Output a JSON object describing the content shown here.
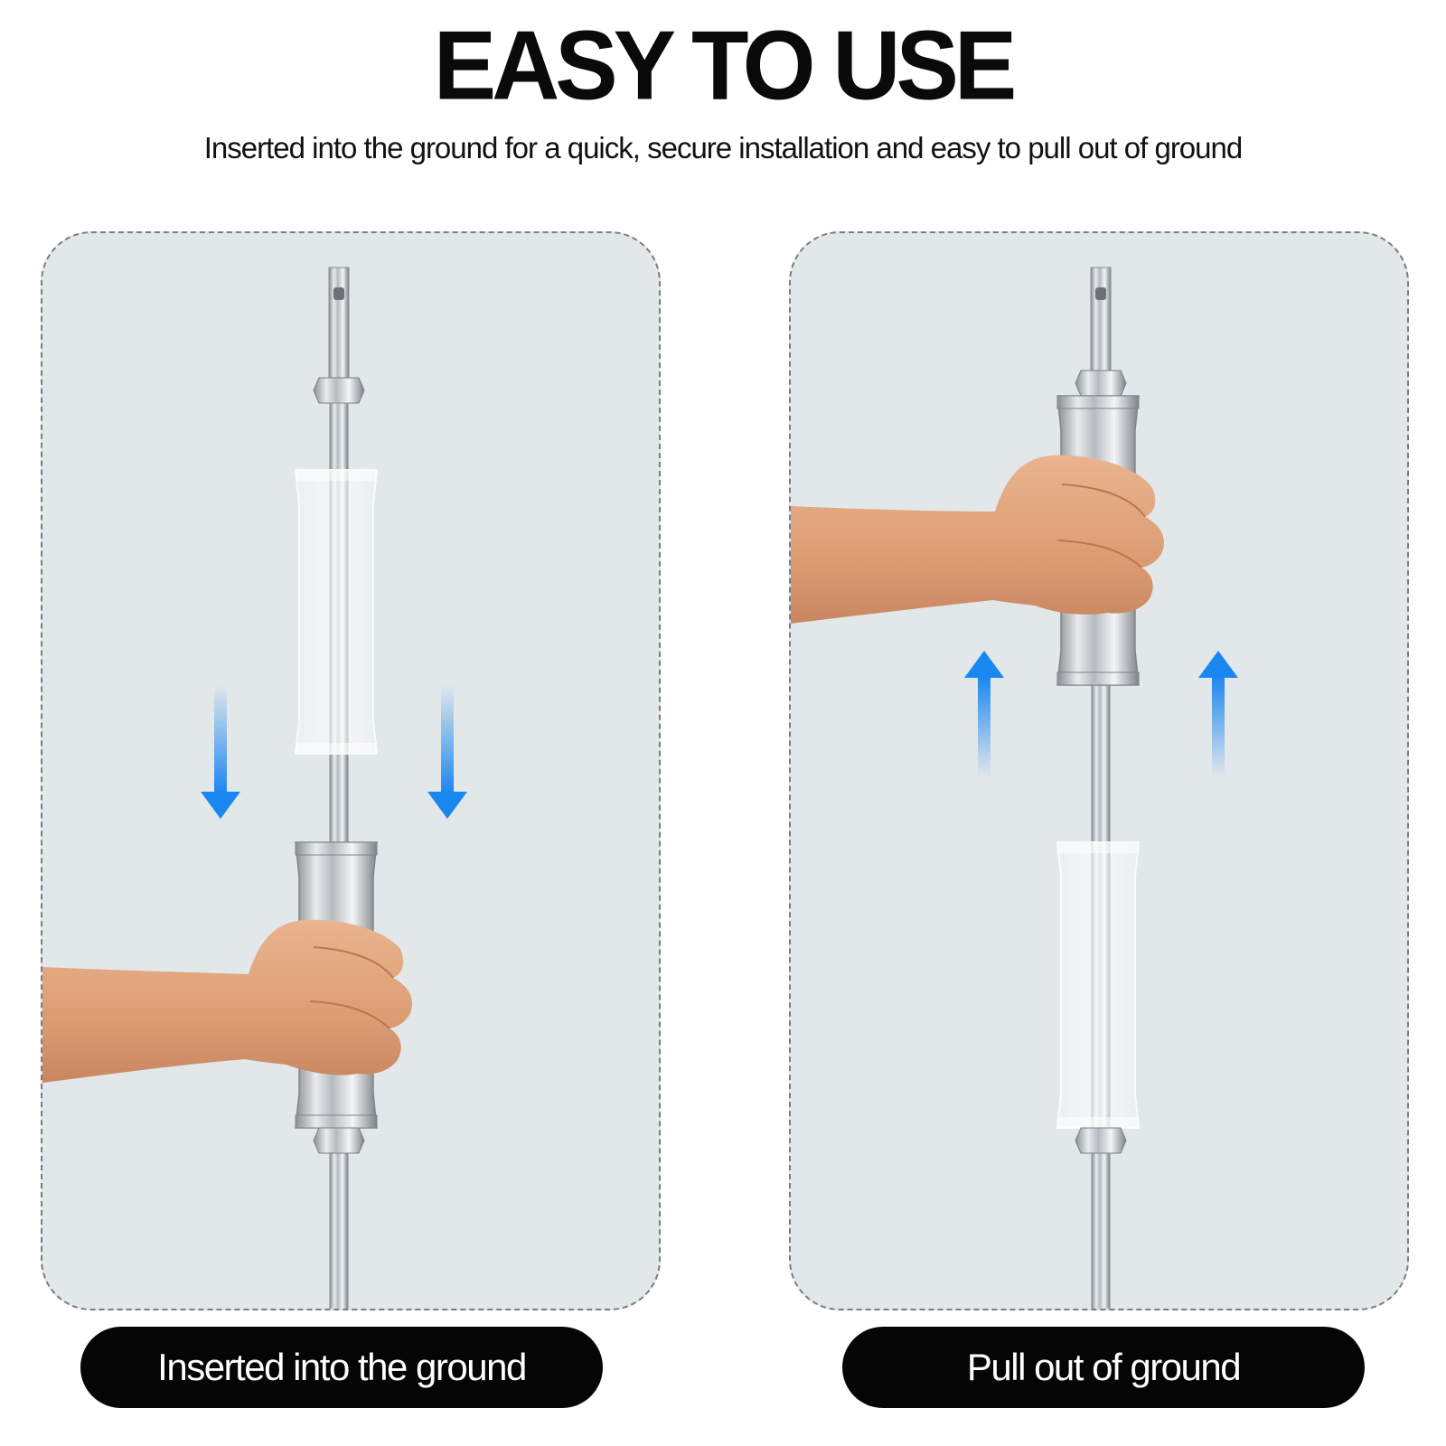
{
  "header": {
    "title": "EASY TO USE",
    "subtitle": "Inserted into the ground for a quick, secure installation and easy to pull out of ground"
  },
  "panels": [
    {
      "caption": "Inserted into the ground",
      "arrow_direction": "down"
    },
    {
      "caption": "Pull out of ground",
      "arrow_direction": "up"
    }
  ],
  "colors": {
    "panel_background": "#e2e7ea",
    "panel_border": "#7c7c7c",
    "arrow_blue": "#1a86f0",
    "caption_background": "#050505",
    "caption_text": "#ffffff",
    "skin": "#e0a57e"
  }
}
